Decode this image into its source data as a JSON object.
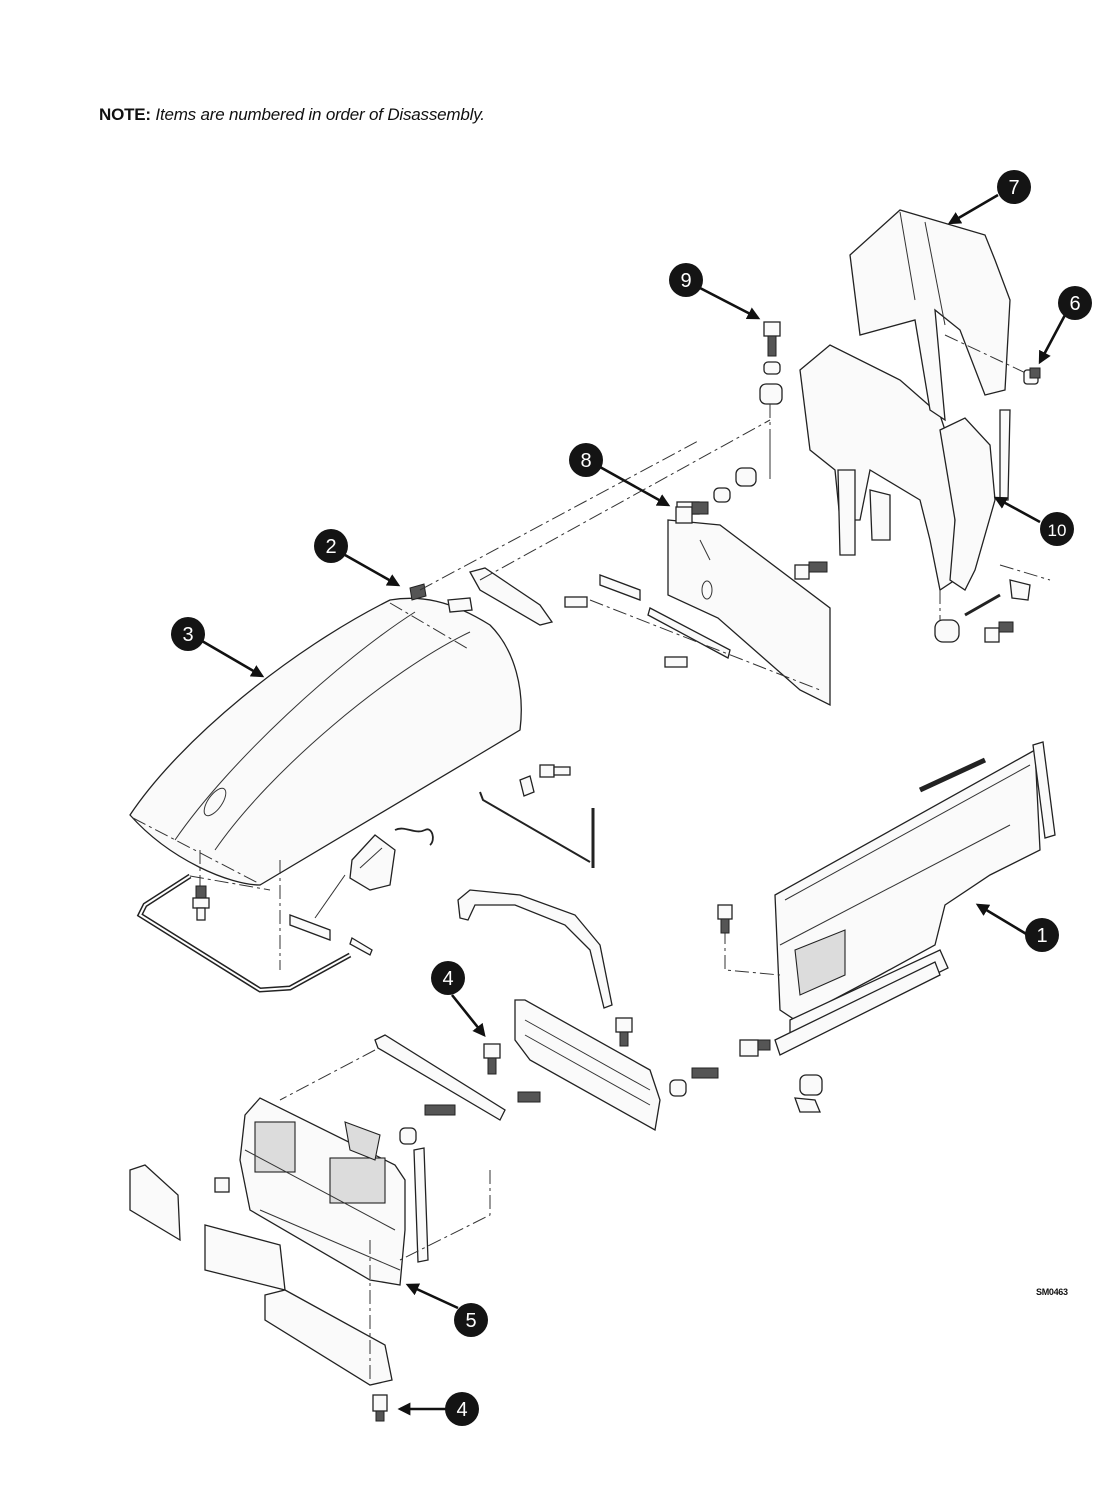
{
  "note": {
    "label": "NOTE:",
    "text": "Items are numbered in order of Disassembly."
  },
  "drawing_code": "SM0463",
  "callouts": [
    {
      "id": "c1",
      "number": "1"
    },
    {
      "id": "c2",
      "number": "2"
    },
    {
      "id": "c3",
      "number": "3"
    },
    {
      "id": "c4a",
      "number": "4"
    },
    {
      "id": "c4b",
      "number": "4"
    },
    {
      "id": "c5",
      "number": "5"
    },
    {
      "id": "c6",
      "number": "6"
    },
    {
      "id": "c7",
      "number": "7"
    },
    {
      "id": "c8",
      "number": "8"
    },
    {
      "id": "c9",
      "number": "9"
    },
    {
      "id": "c10",
      "number": "10"
    }
  ],
  "colors": {
    "ink": "#141414",
    "paper": "#ffffff",
    "shade": "#dcdcdc"
  }
}
